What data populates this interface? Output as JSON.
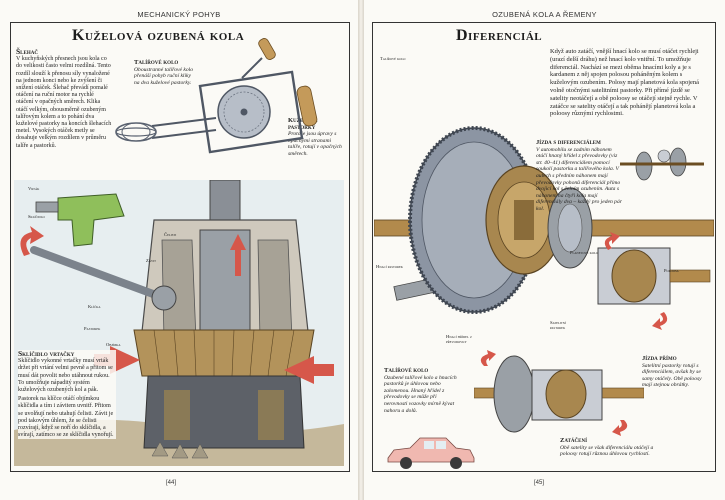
{
  "left": {
    "running_head": "MECHANICKÝ POHYB",
    "title": "Kuželová ozubená kola",
    "folio": "[44]",
    "slehac": {
      "heading": "Šlehač",
      "text": "V kuchyňských přesnech jsou kola co do velikosti často velmi rozdílná. Tento rozdíl slouží k přenosu síly vynaložené na jednom konci nebo ke zvýšení či snížení otáček. Šlehač převádí pomalé otáčení na ruční motor na rychlé otáčení v opačných směrech. Klika otáčí velkým, obousměrně ozubeným talířovým kolem a to pohání dva kuželové pastorky na koncích šlehacích metel. Vysokých otáček metly se dosahuje velkým rozdílem v průměru talíře a pastorků."
    },
    "taliove_kolo": {
      "heading": "Talířové kolo",
      "text": "Oboustranné talířové kolo přenáší pohyb ruční kliky na dva kuželové pastorky."
    },
    "kuzelove_pastorky": {
      "heading": "Kuželové pastorky",
      "text": "Protože jsou úpravy s opačnými stranami talíře, rotují v opačných směrech."
    },
    "sklicidlo": {
      "heading": "Sklíčidlo vrtačky",
      "text": "Sklíčidlo vykonné vrtačky musí vrták držet při vrtání velmi pevně a přitom se musí dát povolit nebo utáhnout rukou. To umožňuje nápaditý systém kuželových ozubených kol a pák.",
      "text2": "Pastorek na klíčce otáčí objímkou sklíčidla a tím i závitem uvnitř. Přitom se uvolňují nebo utahují čelisti. Závit je pod takovým úhlem, že se čelisti rozvírají, když se noří do sklíčidla, a svírají, zatímco se ze sklíčidla vynořují."
    },
    "labels": {
      "vrtak": "Vrták",
      "sklicidlo": "Sklíčidlo",
      "celisti": "Čelisti",
      "zavit": "Závit",
      "klicka": "Klíčka",
      "pastorek": "Pastorek",
      "objimka": "Objímka"
    }
  },
  "right": {
    "running_head": "OZUBENÁ KOLA A ŘEMENY",
    "title": "Diferenciál",
    "folio": "[45]",
    "intro": "Když auto zatáčí, vnější hnací kolo se musí otáčet rychleji (urazí delší dráhu) než hnací kolo vnitřní. To umožňuje diferenciál. Nachází se mezi oběma hnacími koly a je s kardanem z něj spojen polosou poháněným kolem s kuželovým ozubením. Polosy mají planetová kola spojená volně otočnými satelitními pastorky. Při přímé jízdě se satelity neotáčejí a obě poloosy se otáčejí stejně rychle. V zatáčce se satelity otáčejí a tak pohánějí planetová kola a poloosy různými rychlostmi.",
    "jizda_s_dif": {
      "heading": "Jízda s diferenciálem",
      "text": "V automobilu se zadním náhonem otáčí hnaný hřídel z převodovky (viz str. 40–41) diferenciálem pomocí soukolí pastorku a talířového kola. V autech s předním náhonem mají převodovky pohonů diferenciál přímo dvojicí kol s čelním ozubením. Auta s náhonem na čtyři kola mají diferenciály dva – každý pro jeden pár kol."
    },
    "taliove_kolo": {
      "heading": "Talířové kolo",
      "text": "Ozubené talířové kolo a hnacích pastorků je úhlovou nebo zalomenou. Hnaný hřídel z převodovky se může při nerovnosti vozovky mírně kývat nahoru a dolů."
    },
    "jizda_prima": {
      "heading": "Jízda přímo",
      "text": "Satelitní pastorky rotují s diferenciálem, avšak by se samy otáčely. Obě poloosy mají stejnou obrátky."
    },
    "zataceni": {
      "heading": "Zatáčení",
      "text": "Obě satelity se však diferenciálu otáčejí a poloosy rotují různou úhlovou rychlostí."
    },
    "labels": {
      "taliove_kolo": "Talířové kolo",
      "planet_kolo": "Planetové kolo",
      "poloosa": "Poloosa",
      "hnaci_pastorek": "Hnací pastorek",
      "hnaci_hridel": "Hnací hřídel z převodovky",
      "satelitni_pastorek": "Satelitní pastorek"
    }
  },
  "colors": {
    "paper": "#fbfaf6",
    "metal": "#8c95a3",
    "metal_dark": "#4f5764",
    "bronze": "#a8874f",
    "drill_green": "#8fbf5b",
    "arrow_red": "#d6574a",
    "car_pink": "#f0b8b0",
    "tower_gray": "#c9c3b7",
    "sky_blue": "#d8e7f0"
  }
}
